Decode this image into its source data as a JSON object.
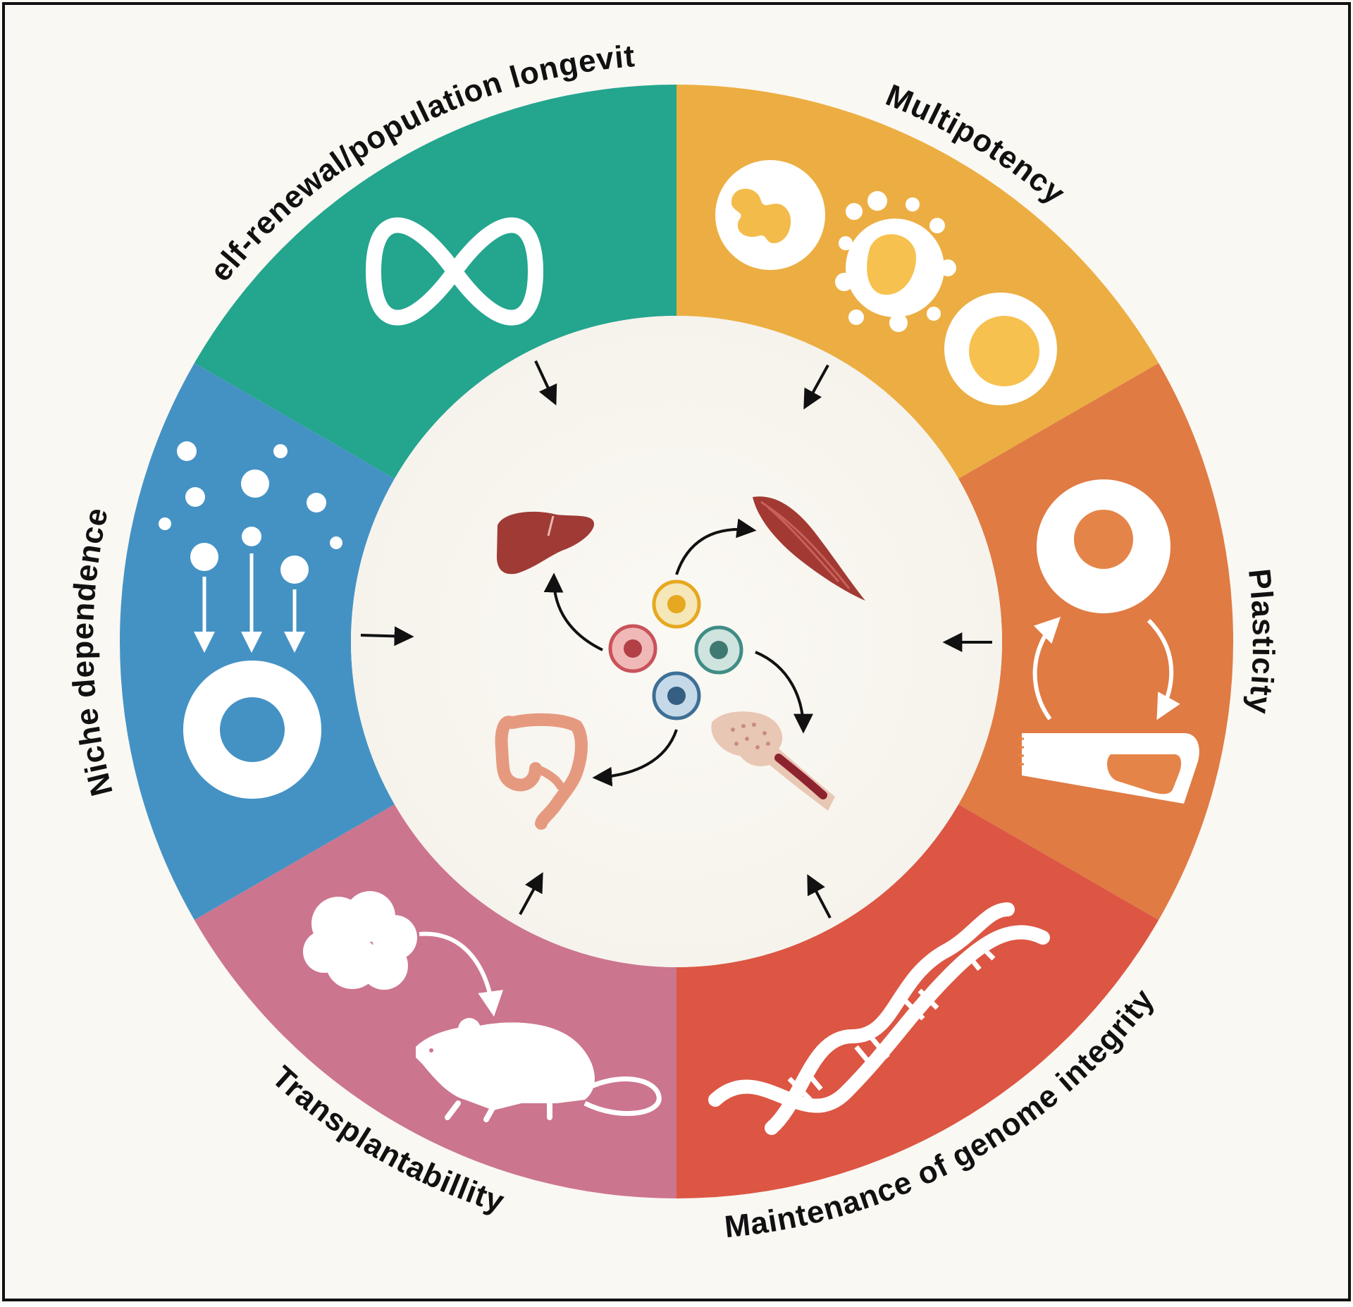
{
  "colors": {
    "background": "#faf8f3",
    "frame": "#111111",
    "self_renewal": "#24a58e",
    "multipotency": "#ecae42",
    "plasticity": "#e07b44",
    "genome": "#dc5643",
    "transplant": "#cc758e",
    "niche": "#4492c4",
    "icon_fill": "#ffffff",
    "arrow": "#111111",
    "cell_gold": "#e6a820",
    "cell_red": "#c8535a",
    "cell_teal": "#3f8c85",
    "cell_blue": "#3e6f96",
    "organ_red": "#9f3a35",
    "bone": "#e9c7b5",
    "colon": "#e59a80"
  },
  "segments": [
    {
      "key": "self_renewal",
      "label": "Self-renewal/population longevity",
      "icon": "infinity-icon"
    },
    {
      "key": "multipotency",
      "label": "Multipotency",
      "icon": "blood-cells-icon"
    },
    {
      "key": "plasticity",
      "label": "Plasticity",
      "icon": "cell-transition-icon"
    },
    {
      "key": "genome",
      "label": "Maintenance of genome integrity",
      "icon": "dna-helix-icon"
    },
    {
      "key": "transplant",
      "label": "Transplantabillity",
      "icon": "mouse-transplant-icon"
    },
    {
      "key": "niche",
      "label": "Niche dependence",
      "icon": "niche-signal-icon"
    }
  ],
  "center": {
    "cells": [
      "gold",
      "red",
      "teal",
      "blue"
    ],
    "organs": [
      "liver-icon",
      "muscle-icon",
      "bone-icon",
      "colon-icon"
    ]
  }
}
